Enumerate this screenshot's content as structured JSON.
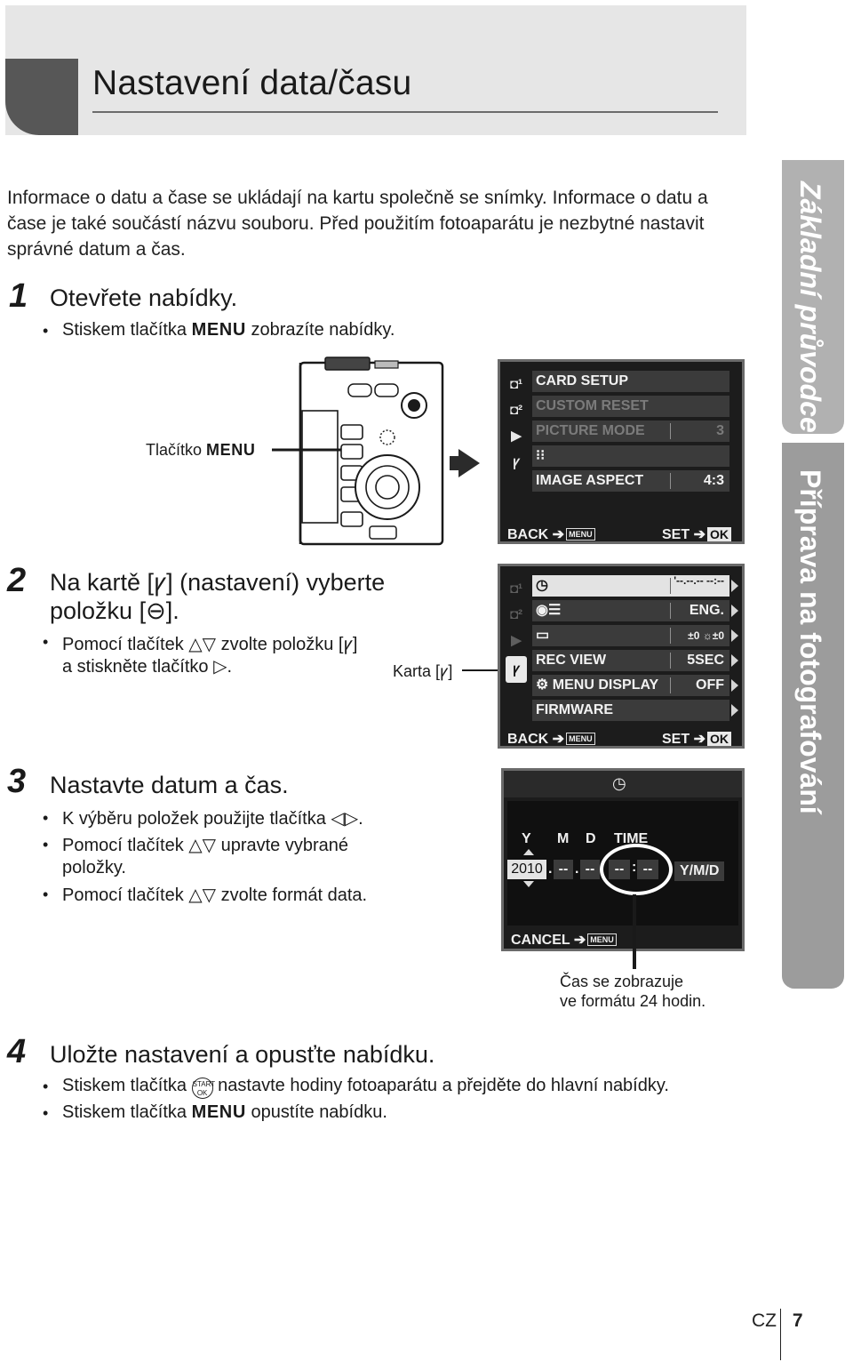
{
  "header": {
    "title": "Nastavení data/času"
  },
  "side_tabs": {
    "upper": "Základní průvodce",
    "lower": "Příprava na fotografování"
  },
  "intro": "Informace o datu a čase se ukládají na kartu společně se snímky. Informace o datu a čase je také součástí názvu souboru. Před použitím fotoaparátu je nezbytné nastavit správné datum a čas.",
  "step1": {
    "number": "1",
    "title": "Otevřete nabídky.",
    "bullet_pre": "Stiskem tlačítka",
    "bullet_key": "MENU",
    "bullet_post": "zobrazíte nabídky.",
    "label_pre": "Tlačítko",
    "label_key": "MENU"
  },
  "step2": {
    "number": "2",
    "title_line1": "Na kartě [ꝩ] (nastavení) vyberte",
    "title_line2": "položku [⊖].",
    "bullet_line1": "Pomocí tlačítek △▽ zvolte položku [ꝩ]",
    "bullet_line2": "a stiskněte tlačítko ▷.",
    "tab_label": "Karta [ꝩ]"
  },
  "step3": {
    "number": "3",
    "title": "Nastavte datum a čas.",
    "bullets": [
      "K výběru položek použijte tlačítka ◁▷.",
      "Pomocí tlačítek △▽ upravte vybrané",
      "položky.",
      "Pomocí tlačítek △▽ zvolte formát data."
    ]
  },
  "step4": {
    "number": "4",
    "title": "Uložte nastavení a opusťte nabídku.",
    "bullet1_pre": "Stiskem tlačítka",
    "bullet1_post": "nastavte hodiny fotoaparátu a přejděte do hlavní nabídky.",
    "bullet2_pre": "Stiskem tlačítka",
    "bullet2_key": "MENU",
    "bullet2_post": "opustíte nabídku."
  },
  "screen1": {
    "rows": [
      {
        "label": "CARD SETUP",
        "value": ""
      },
      {
        "label": "CUSTOM RESET",
        "value": ""
      },
      {
        "label": "PICTURE MODE",
        "value": "3"
      },
      {
        "label": "⁝⁝",
        "value": ""
      },
      {
        "label": "IMAGE ASPECT",
        "value": "4:3"
      }
    ],
    "back": "BACK",
    "set": "SET",
    "menu_key": "MENU",
    "ok_key": "OK"
  },
  "screen2": {
    "rows": [
      {
        "label": "",
        "value": "'--.--.-- --:--"
      },
      {
        "label": "",
        "value": "ENG."
      },
      {
        "label": "",
        "value": "±0 ☼±0"
      },
      {
        "label": "REC VIEW",
        "value": "5SEC"
      },
      {
        "label": "MENU DISPLAY",
        "value": "OFF"
      },
      {
        "label": "FIRMWARE",
        "value": ""
      }
    ],
    "back": "BACK",
    "set": "SET",
    "menu_key": "MENU",
    "ok_key": "OK"
  },
  "screen3": {
    "cols": [
      "Y",
      "M",
      "D",
      "TIME"
    ],
    "year": "2010",
    "month": "--",
    "day": "--",
    "hour": "--",
    "minute": "--",
    "format": "Y/M/D",
    "cancel": "CANCEL",
    "menu_key": "MENU"
  },
  "callout": {
    "line1": "Čas se zobrazuje",
    "line2": "ve formátu 24 hodin."
  },
  "footer": {
    "lang": "CZ",
    "page": "7"
  },
  "colors": {
    "header_band": "#e6e6e6",
    "header_tab": "#575757",
    "side_tab_upper": "#b1b1b1",
    "side_tab_lower": "#9c9c9c",
    "screen_bg": "#1c1c1c"
  }
}
